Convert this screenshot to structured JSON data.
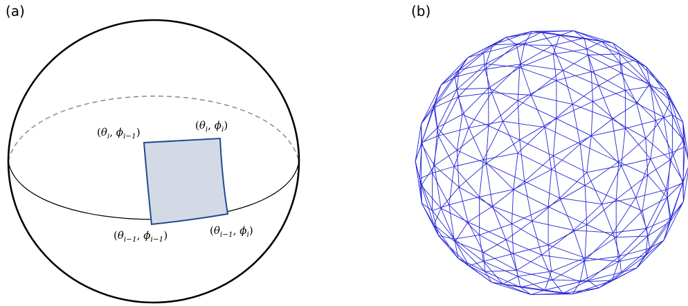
{
  "panels": {
    "a": {
      "label": "(a)"
    },
    "b": {
      "label": "(b)"
    }
  },
  "corner_labels": {
    "top_left": {
      "open": "(",
      "theta": "θ",
      "theta_sub": "i",
      "comma": ", ",
      "phi": "ϕ",
      "phi_sub": "i−1",
      "close": ")"
    },
    "top_right": {
      "open": "(",
      "theta": "θ",
      "theta_sub": "i",
      "comma": ", ",
      "phi": "ϕ",
      "phi_sub": "i",
      "close": ")"
    },
    "bottom_left": {
      "open": "(",
      "theta": "θ",
      "theta_sub": "i−1",
      "comma": ", ",
      "phi": "ϕ",
      "phi_sub": "i−1",
      "close": ")"
    },
    "bottom_right": {
      "open": "(",
      "theta": "θ",
      "theta_sub": "i−1",
      "comma": ", ",
      "phi": "ϕ",
      "phi_sub": "i",
      "close": ")"
    }
  },
  "colors": {
    "patch_fill": "#d3dae6",
    "patch_stroke": "#1f4a8c",
    "wireframe": "#2323d8",
    "dashed": "#8a8a8a"
  },
  "wireframe": {
    "shape": "icosphere",
    "subdivisions": 2
  }
}
